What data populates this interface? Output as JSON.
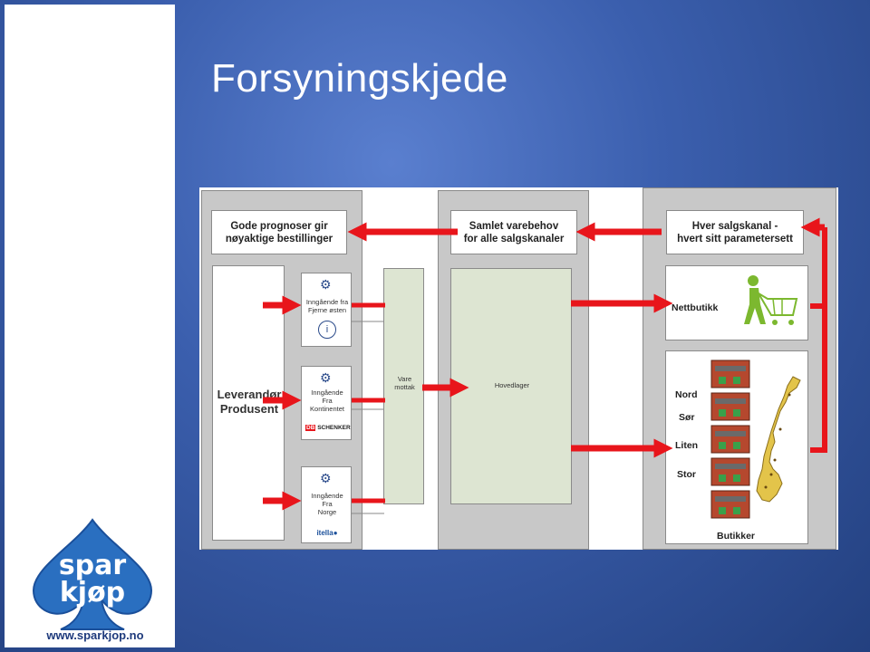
{
  "title": "Forsyningskjede",
  "logo": {
    "line1": "spar",
    "line2": "kjøp",
    "url": "www.sparkjop.no"
  },
  "diagram": {
    "box_forecast": {
      "line1": "Gode prognoser gir",
      "line2": "nøyaktige bestillinger"
    },
    "box_demand": {
      "line1": "Samlet varebehov",
      "line2": "for alle salgskanaler"
    },
    "box_channel": {
      "line1": "Hver salgskanal -",
      "line2": "hvert sitt parametersett"
    },
    "supplier": {
      "line1": "Leverandør",
      "line2": "Produsent"
    },
    "inbound": [
      {
        "line1": "Inngående fra",
        "line2": "Fjerne østen",
        "line3": "",
        "carrier": ""
      },
      {
        "line1": "Inngående",
        "line2": "Fra",
        "line3": "Kontinentet",
        "carrier": "SCHENKER"
      },
      {
        "line1": "Inngående",
        "line2": "Fra",
        "line3": "Norge",
        "carrier": "itella"
      }
    ],
    "receiving": {
      "line1": "Vare",
      "line2": "mottak"
    },
    "main_warehouse": "Hovedlager",
    "webshop": "Nettbutikk",
    "stores": {
      "nord": "Nord",
      "sor": "Sør",
      "liten": "Liten",
      "stor": "Stor",
      "label": "Butikker"
    }
  },
  "colors": {
    "arrow": "#e8151b",
    "panel": "#c8c8c8",
    "background": "#3b5fae"
  }
}
